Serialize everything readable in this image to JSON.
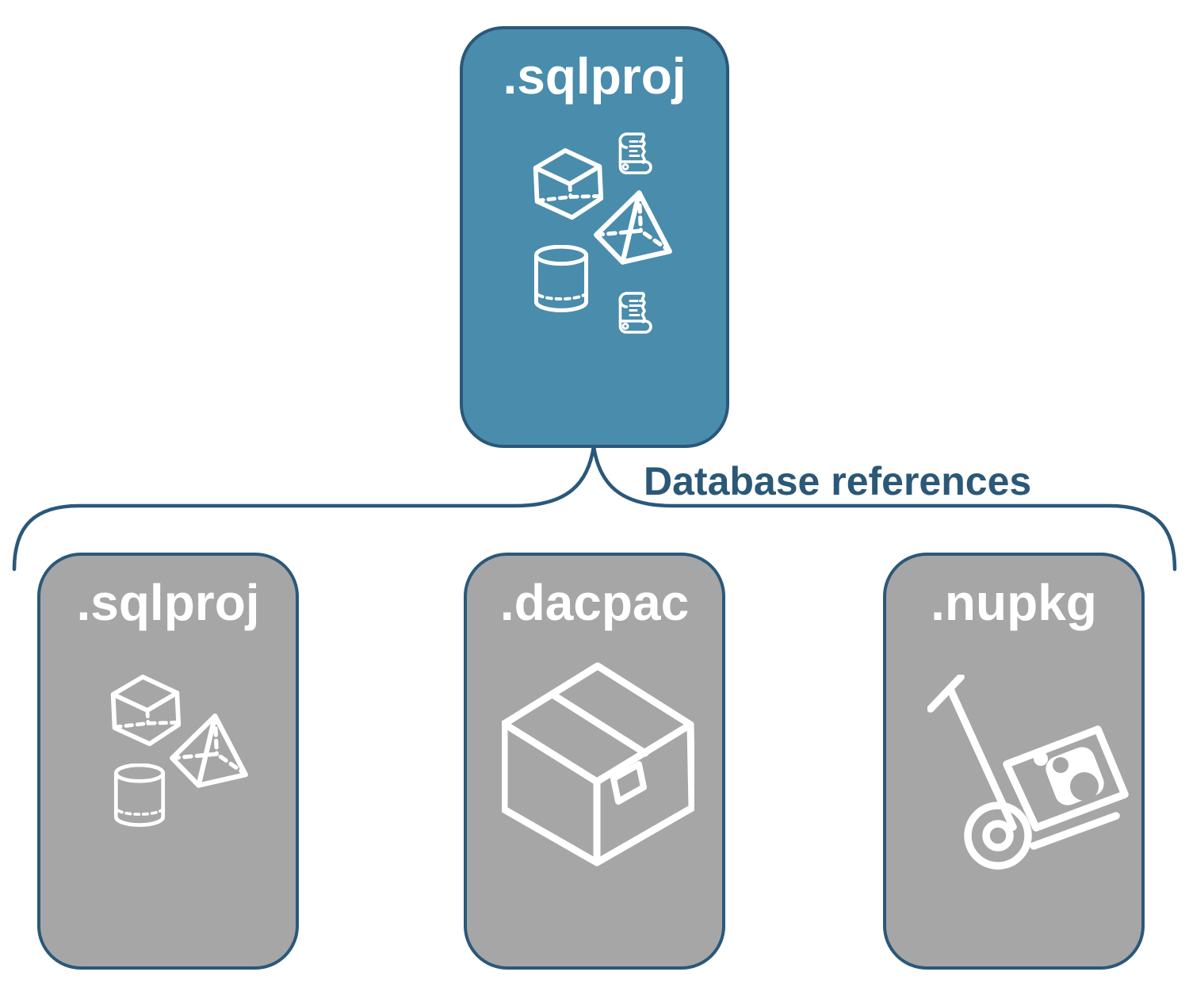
{
  "diagram": {
    "connector_label": "Database references",
    "root": {
      "label": ".sqlproj",
      "icons": [
        "cube-icon",
        "scroll-icon",
        "pyramid-icon",
        "cylinder-icon",
        "scroll-icon"
      ]
    },
    "children": [
      {
        "label": ".sqlproj",
        "icons": [
          "cube-icon",
          "pyramid-icon",
          "cylinder-icon"
        ]
      },
      {
        "label": ".dacpac",
        "icons": [
          "package-box-icon"
        ]
      },
      {
        "label": ".nupkg",
        "icons": [
          "hand-truck-package-icon"
        ]
      }
    ]
  },
  "colors": {
    "root_fill": "#4A8CAC",
    "child_fill": "#A6A6A6",
    "border": "#2A587A",
    "connector": "#2A587A",
    "connector_label_text": "#2B5877",
    "label_text": "#FFFFFF",
    "background": "#FFFFFF"
  }
}
